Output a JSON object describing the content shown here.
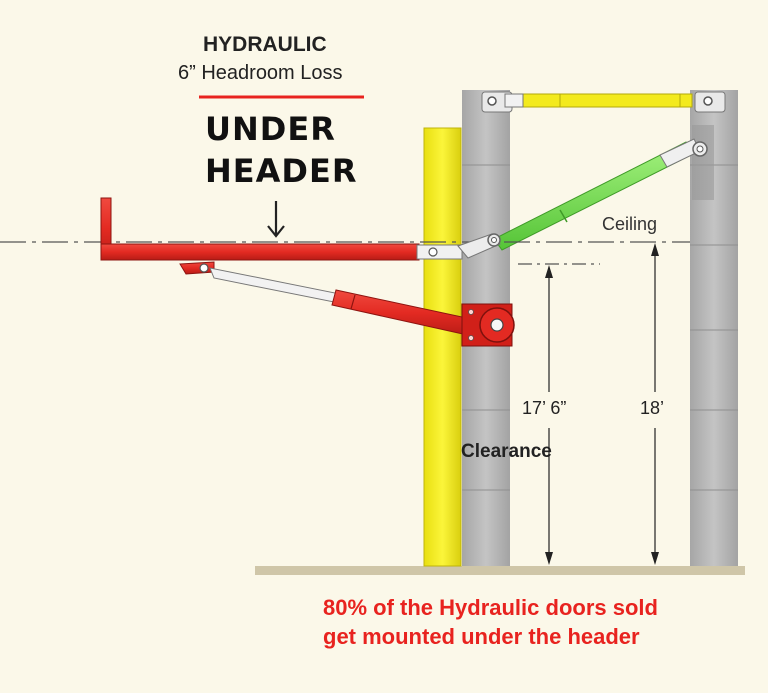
{
  "heading": {
    "title": "HYDRAULIC",
    "subtitle": "6” Headroom Loss"
  },
  "handwritten_label": {
    "line1": "UNDER",
    "line2": "HEADER"
  },
  "labels": {
    "ceiling": "Ceiling",
    "clearance": "Clearance",
    "dim_clearance": "17’ 6”",
    "dim_ceiling": "18’"
  },
  "footer": {
    "line1": "80% of the Hydraulic doors sold",
    "line2": "get mounted under the header"
  },
  "colors": {
    "background": "#fbf8e9",
    "accent_red": "#e8231f",
    "door_red": "#e32a22",
    "jamb_yellow": "#f5ee2c",
    "strut_green": "#7ee85a",
    "column_gray": "#b8b8b8"
  }
}
